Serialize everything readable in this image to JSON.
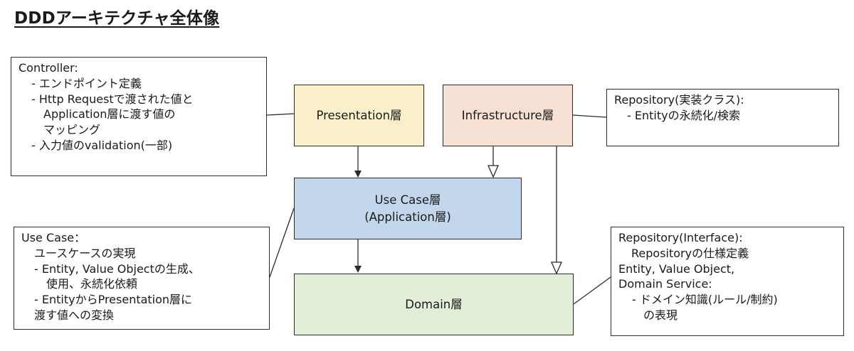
{
  "title": "DDDアーキテクチャ全体像",
  "layers": {
    "presentation": {
      "label": "Presentation層",
      "color": "#fbf0c9"
    },
    "infrastructure": {
      "label": "Infrastructure層",
      "color": "#f7e1d4"
    },
    "usecase": {
      "line1": "Use Case層",
      "line2": "(Application層)",
      "color": "#c3d7ec"
    },
    "domain": {
      "label": "Domain層",
      "color": "#e3eed9"
    }
  },
  "notes": {
    "controller": {
      "heading": "Controller:",
      "lines": [
        "- エンドポイント定義",
        "- Http Requestで渡された値と",
        "Application層に渡す値の",
        "マッピング",
        "- 入力値のvalidation(一部)"
      ]
    },
    "repository_impl": {
      "heading": "Repository(実装クラス):",
      "lines": [
        "- Entityの永続化/検索"
      ]
    },
    "usecase": {
      "heading": "Use Case：",
      "lines": [
        "ユースケースの実現",
        "- Entity, Value Objectの生成、",
        "使用、永続化依頼",
        "- EntityからPresentation層に",
        "渡す値への変換"
      ]
    },
    "repository_if": {
      "heading": "Repository(Interface):",
      "lines": [
        "Repositoryの仕様定義",
        "Entity, Value Object,",
        "Domain Service:",
        "- ドメイン知識(ルール/制約)",
        "の表現"
      ]
    }
  }
}
